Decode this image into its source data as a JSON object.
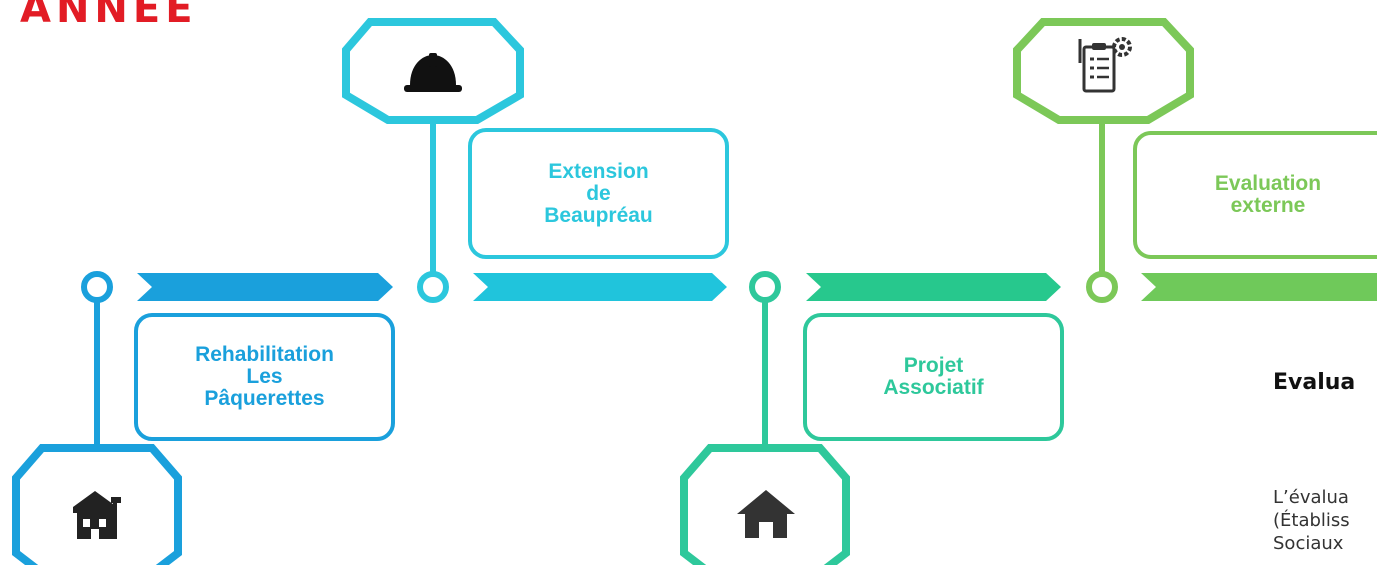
{
  "page": {
    "title": "ANNEE"
  },
  "milestones": [
    {
      "label": "Rehabilitation\nLes\nPâquerettes",
      "color": "#1aa0dc",
      "icon": "house-renovation-icon"
    },
    {
      "label": "Extension\nde\nBeaupréau",
      "color": "#2cc7dd",
      "icon": "hard-hat-icon"
    },
    {
      "label": "Projet\nAssociatif",
      "color": "#2ec89b",
      "icon": "home-icon"
    },
    {
      "label": "Evaluation\nexterne",
      "color": "#7cc858",
      "icon": "checklist-gear-icon"
    }
  ],
  "side_panel": {
    "heading": "Evalua",
    "body": "L’évalua\n(Établiss\nSociaux"
  }
}
